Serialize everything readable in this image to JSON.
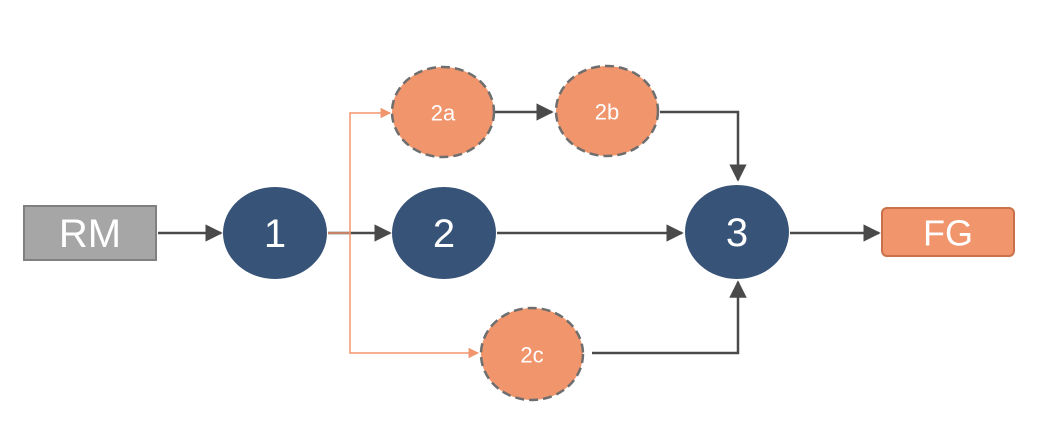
{
  "diagram": {
    "nodes": {
      "rm": {
        "label": "RM"
      },
      "n1": {
        "label": "1"
      },
      "n2": {
        "label": "2"
      },
      "n2a": {
        "label": "2a"
      },
      "n2b": {
        "label": "2b"
      },
      "n2c": {
        "label": "2c"
      },
      "n3": {
        "label": "3"
      },
      "fg": {
        "label": "FG"
      }
    },
    "colors": {
      "primary_node": "#375378",
      "alt_node": "#f0956c",
      "alt_node_border": "#6e6e6e",
      "rm_fill": "#a6a6a6",
      "rm_border": "#808080",
      "fg_fill": "#f0956c",
      "fg_border": "#c9714a",
      "main_arrow": "#4a4a4a",
      "branch_arrow": "#f0956c"
    }
  }
}
